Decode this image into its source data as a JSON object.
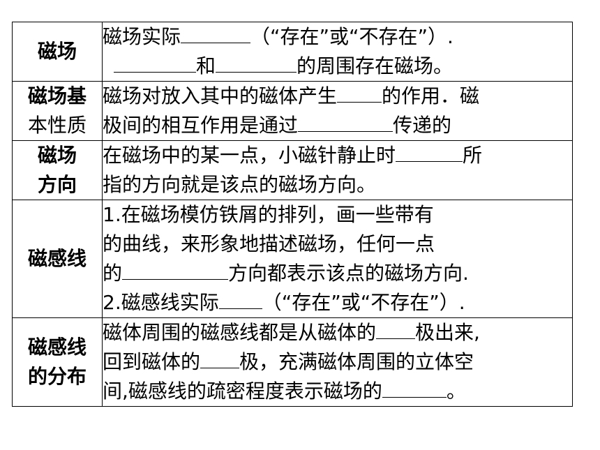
{
  "rows": [
    {
      "label_lines": [
        "磁场"
      ],
      "content": [
        [
          "磁场实际",
          "（“存在”或“不存在”）."
        ],
        [
          "",
          "和",
          "的周围存在磁场。"
        ]
      ]
    },
    {
      "label_lines": [
        "磁场基",
        "本性质"
      ],
      "content": [
        [
          "磁场对放入其中的磁体产生",
          "的作用．磁"
        ],
        [
          "极间的相互作用是通过",
          "传递的"
        ]
      ]
    },
    {
      "label_lines": [
        "磁场",
        "方向"
      ],
      "content": [
        [
          "在磁场中的某一点，小磁针静止时",
          "所"
        ],
        [
          "指的方向就是该点的磁场方向。"
        ]
      ]
    },
    {
      "label_lines": [
        "磁感线"
      ],
      "content": [
        [
          "1.在磁场模仿铁屑的排列，画一些带有"
        ],
        [
          "的曲线，来形象地描述磁场，任何一点"
        ],
        [
          "的",
          "方向都表示该点的磁场方向."
        ],
        [
          "2.磁感线实际",
          "（“存在”或“不存在”）."
        ]
      ]
    },
    {
      "label_lines": [
        "磁感线",
        "的分布"
      ],
      "content": [
        [
          "磁体周围的磁感线都是从磁体的",
          "极出来,"
        ],
        [
          "回到磁体的",
          "极，充满磁体周围的立体空"
        ],
        [
          "间,磁感线的疏密程度表示磁场的",
          "。"
        ]
      ]
    }
  ]
}
